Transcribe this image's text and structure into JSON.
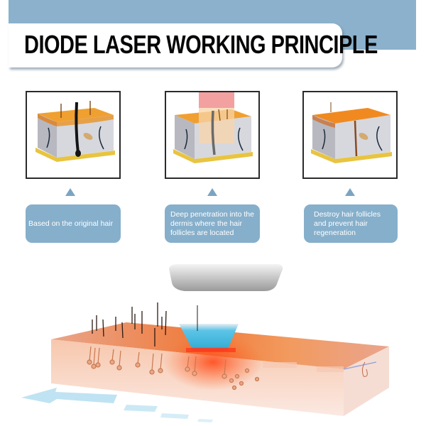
{
  "header": {
    "title": "DIODE LASER WORKING PRINCIPLE",
    "band_color": "#8bb1cc"
  },
  "steps": [
    {
      "id": "original-hair",
      "caption": "Based on the original hair",
      "illustration": "skin-cross-section-with-hair"
    },
    {
      "id": "deep-penetration",
      "caption_lines": [
        "Deep penetration into",
        "the dermis where the",
        "hair follicles are located"
      ],
      "caption": "Deep penetration into the dermis where the hair follicles are located",
      "illustration": "skin-cross-section-laser-beam"
    },
    {
      "id": "destroy-follicles",
      "caption_lines": [
        "Destroy hair follicles",
        "and prevent hair",
        "regeneration"
      ],
      "caption": "Destroy hair follicles and prevent hair regeneration",
      "illustration": "skin-cross-section-destroyed-follicle"
    }
  ],
  "colors": {
    "caption_bg": "#86afcb",
    "arrow": "#7aa5c2",
    "skin_top": "#e8914a",
    "laser_red": "#ff3b1a",
    "gel_blue": "#3fb6dc",
    "direction_arrow": "#bfe3f2"
  },
  "scene": {
    "description": "laser-handpiece-gliding-over-skin",
    "direction": "left"
  }
}
